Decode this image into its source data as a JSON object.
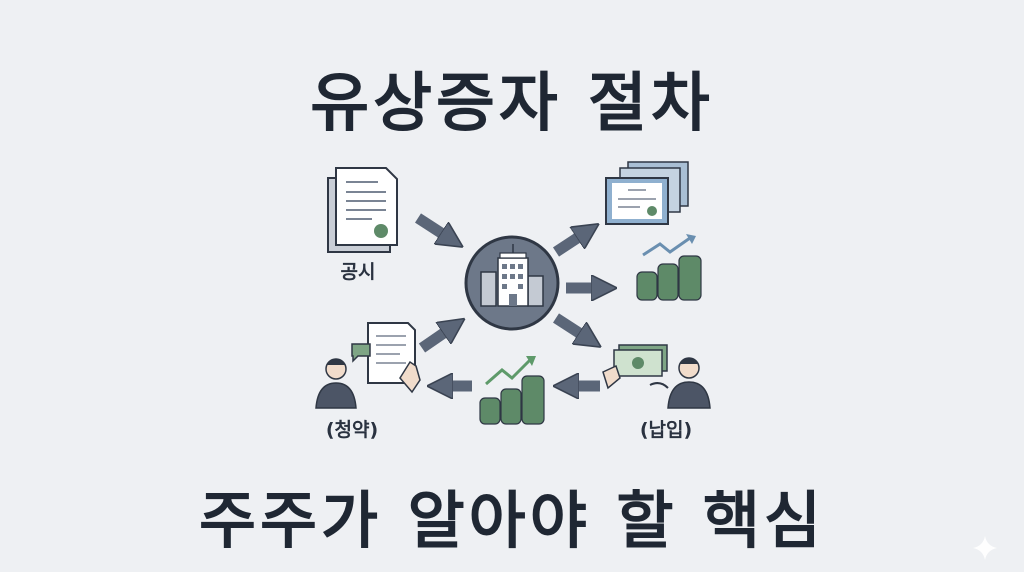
{
  "title": "유상증자 절차",
  "subtitle": "주주가 알아야 할 핵심",
  "diagram": {
    "labels": {
      "disclosure": "공시",
      "subscription": "(청약)",
      "payment": "(납입)"
    },
    "icons": [
      "document-icon",
      "building-icon",
      "certificate-icon",
      "coins-growth-icon",
      "money-hand-icon",
      "person-icon",
      "coins-icon",
      "sparkle-icon"
    ]
  },
  "colors": {
    "background": "#eef0f3",
    "text": "#1f2733",
    "arrow": "#5b6678",
    "green": "#4f7f5e",
    "accent": "#6a8fb0"
  }
}
